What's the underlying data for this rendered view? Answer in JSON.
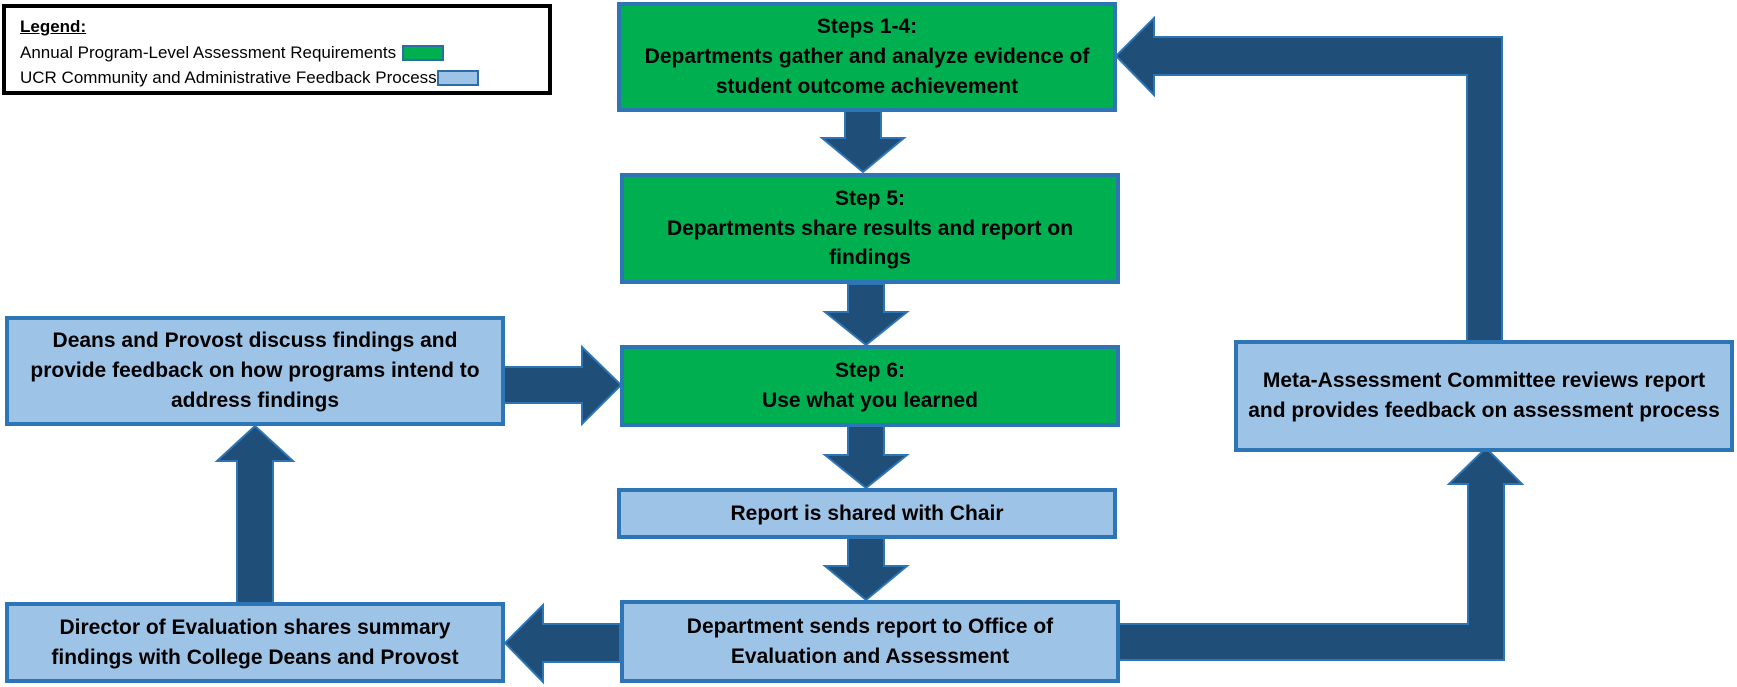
{
  "legend": {
    "title": "Legend:",
    "items": [
      {
        "label": "Annual Program-Level Assessment Requirements",
        "color": "#00b050"
      },
      {
        "label": "UCR Community and Administrative Feedback Process",
        "color": "#9dc3e6"
      }
    ]
  },
  "boxes": {
    "steps_1_4": "Steps 1-4:\nDepartments gather and analyze evidence of student outcome achievement",
    "step_5": "Step 5:\nDepartments share results and report on findings",
    "step_6": "Step 6:\nUse what you learned",
    "report_chair": "Report is shared with Chair",
    "dept_sends": "Department sends report to Office of Evaluation and Assessment",
    "director": "Director of Evaluation shares summary findings with College Deans and Provost",
    "deans": "Deans and Provost discuss findings and provide feedback on how programs intend to address findings",
    "meta": "Meta-Assessment Committee reviews report and provides feedback on assessment process"
  },
  "colors": {
    "requirement_fill": "#00b050",
    "feedback_fill": "#9dc3e6",
    "box_border": "#2e75b6",
    "arrow": "#1f4e79"
  }
}
